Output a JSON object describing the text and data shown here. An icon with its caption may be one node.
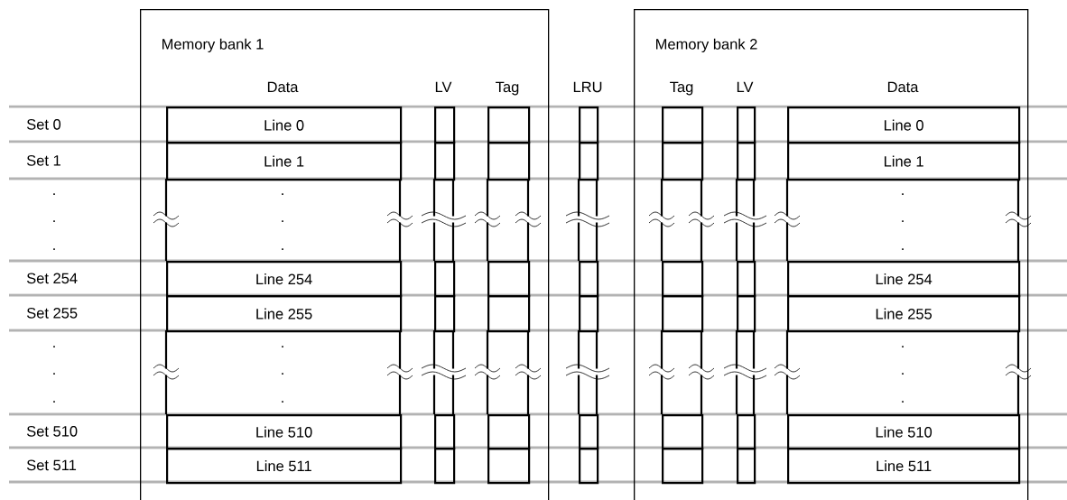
{
  "diagram": {
    "nodes": [
      {
        "text": [
          "Memory bank 1"
        ]
      },
      {
        "text": [
          "Line 0"
        ],
        "in": 0
      },
      {
        "text": [
          "Line 1"
        ],
        "in": 0
      },
      {
        "text": [
          "Line 254"
        ],
        "in": 0
      },
      {
        "text": [
          "Line 255"
        ],
        "in": 0
      },
      {
        "text": [
          "Line 510"
        ],
        "in": 0
      },
      {
        "text": [
          "Line 511"
        ],
        "in": 0
      },
      {
        "text": [],
        "shape": "box",
        "in": 0
      },
      {
        "text": [],
        "shape": "box",
        "in": 0
      },
      {
        "text": [],
        "shape": "box",
        "in": 0
      },
      {
        "text": [],
        "shape": "box",
        "in": 0
      },
      {
        "text": [],
        "shape": "box",
        "in": 0
      },
      {
        "text": [],
        "shape": "box",
        "in": 0
      },
      {
        "text": [],
        "shape": "box",
        "in": 0
      },
      {
        "text": [],
        "shape": "box",
        "in": 0
      },
      {
        "text": [],
        "shape": "box",
        "in": 0
      },
      {
        "text": [],
        "shape": "box",
        "in": 0
      },
      {
        "text": [],
        "shape": "box",
        "in": 0
      },
      {
        "text": [],
        "shape": "box",
        "in": 0
      },
      {
        "text": [],
        "shape": "box"
      },
      {
        "text": [],
        "shape": "box"
      },
      {
        "text": [],
        "shape": "box"
      },
      {
        "text": [],
        "shape": "box"
      },
      {
        "text": [],
        "shape": "box"
      },
      {
        "text": [],
        "shape": "box"
      },
      {
        "text": [
          "Memory bank 2"
        ]
      },
      {
        "text": [],
        "shape": "box",
        "in": 25
      },
      {
        "text": [],
        "shape": "box",
        "in": 25
      },
      {
        "text": [],
        "shape": "box",
        "in": 25
      },
      {
        "text": [],
        "shape": "box",
        "in": 25
      },
      {
        "text": [],
        "shape": "box",
        "in": 25
      },
      {
        "text": [],
        "shape": "box",
        "in": 25
      },
      {
        "text": [],
        "shape": "box",
        "in": 25
      },
      {
        "text": [],
        "shape": "box",
        "in": 25
      },
      {
        "text": [],
        "shape": "box",
        "in": 25
      },
      {
        "text": [],
        "shape": "box",
        "in": 25
      },
      {
        "text": [],
        "shape": "box",
        "in": 25
      },
      {
        "text": [],
        "shape": "box",
        "in": 25
      },
      {
        "text": [
          "Line 0"
        ],
        "in": 25
      },
      {
        "text": [
          "Line 1"
        ],
        "in": 25
      },
      {
        "text": [
          "Line 254"
        ],
        "in": 25
      },
      {
        "text": [
          "Line 255"
        ],
        "in": 25
      },
      {
        "text": [
          "Line 510"
        ],
        "in": 25
      },
      {
        "text": [
          "Line 511"
        ],
        "in": 25
      }
    ],
    "labels": [
      "Data",
      "LV",
      "Tag",
      "LRU",
      "Tag",
      "LV",
      "Data",
      "Set 0",
      "Set 1",
      ".",
      ".",
      ".",
      ".",
      ".",
      ".",
      ".",
      ".",
      ".",
      "Set 254",
      "Set 255",
      ".",
      ".",
      ".",
      ".",
      ".",
      ".",
      ".",
      ".",
      ".",
      "Set 510",
      "Set 511"
    ]
  }
}
